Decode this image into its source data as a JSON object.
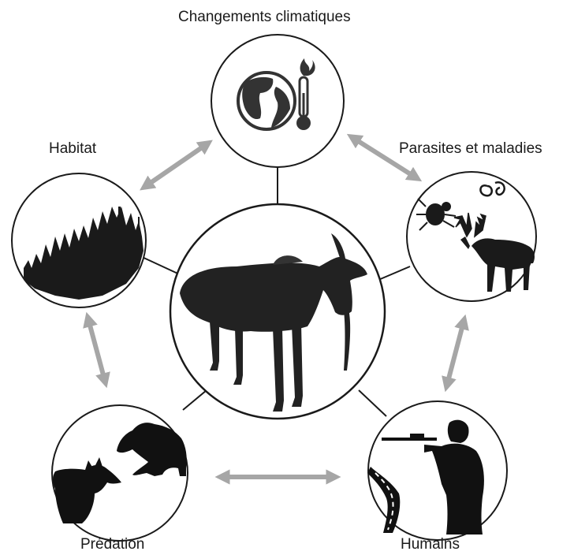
{
  "labels": {
    "climate": "Changements climatiques",
    "habitat": "Habitat",
    "parasites": "Parasites et maladies",
    "predation": "Prédation",
    "humans": "Humains"
  },
  "colors": {
    "arrow": "#a6a6a6",
    "silhouette": "#111111",
    "stroke": "#1a1a1a"
  },
  "icons": {
    "center": "moose-illustration",
    "climate": "globe-thermometer-icon",
    "habitat": "forest-icon",
    "parasites": "tick-worm-deer-icon",
    "predation": "wolf-bear-icon",
    "humans": "hunter-road-icon"
  }
}
